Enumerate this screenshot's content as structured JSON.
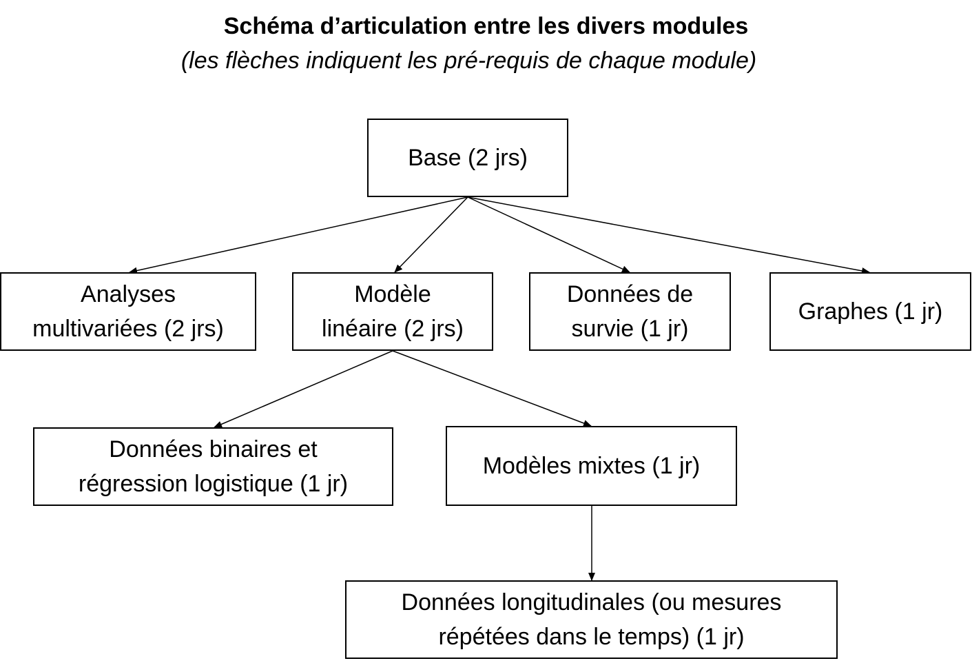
{
  "title": "Schéma d’articulation entre les divers modules",
  "subtitle": "(les flèches indiquent les pré-requis de chaque module)",
  "nodes": {
    "base": {
      "lines": [
        "Base (2 jrs)"
      ]
    },
    "analyses": {
      "lines": [
        "Analyses",
        "multivariées (2 jrs)"
      ]
    },
    "modele_lineaire": {
      "lines": [
        "Modèle",
        "linéaire (2 jrs)"
      ]
    },
    "survie": {
      "lines": [
        "Données de",
        "survie (1 jr)"
      ]
    },
    "graphes": {
      "lines": [
        "Graphes (1 jr)"
      ]
    },
    "binaires": {
      "lines": [
        "Données binaires et",
        "régression logistique (1 jr)"
      ]
    },
    "mixtes": {
      "lines": [
        "Modèles mixtes (1 jr)"
      ]
    },
    "longitudinales": {
      "lines": [
        "Données longitudinales (ou mesures",
        "répétées dans le temps) (1 jr)"
      ]
    }
  },
  "edges": [
    {
      "from": "base",
      "to": "analyses"
    },
    {
      "from": "base",
      "to": "modele_lineaire"
    },
    {
      "from": "base",
      "to": "survie"
    },
    {
      "from": "base",
      "to": "graphes"
    },
    {
      "from": "modele_lineaire",
      "to": "binaires"
    },
    {
      "from": "modele_lineaire",
      "to": "mixtes"
    },
    {
      "from": "mixtes",
      "to": "longitudinales"
    }
  ],
  "colors": {
    "line": "#000000",
    "box_border": "#000000",
    "background": "#ffffff"
  }
}
